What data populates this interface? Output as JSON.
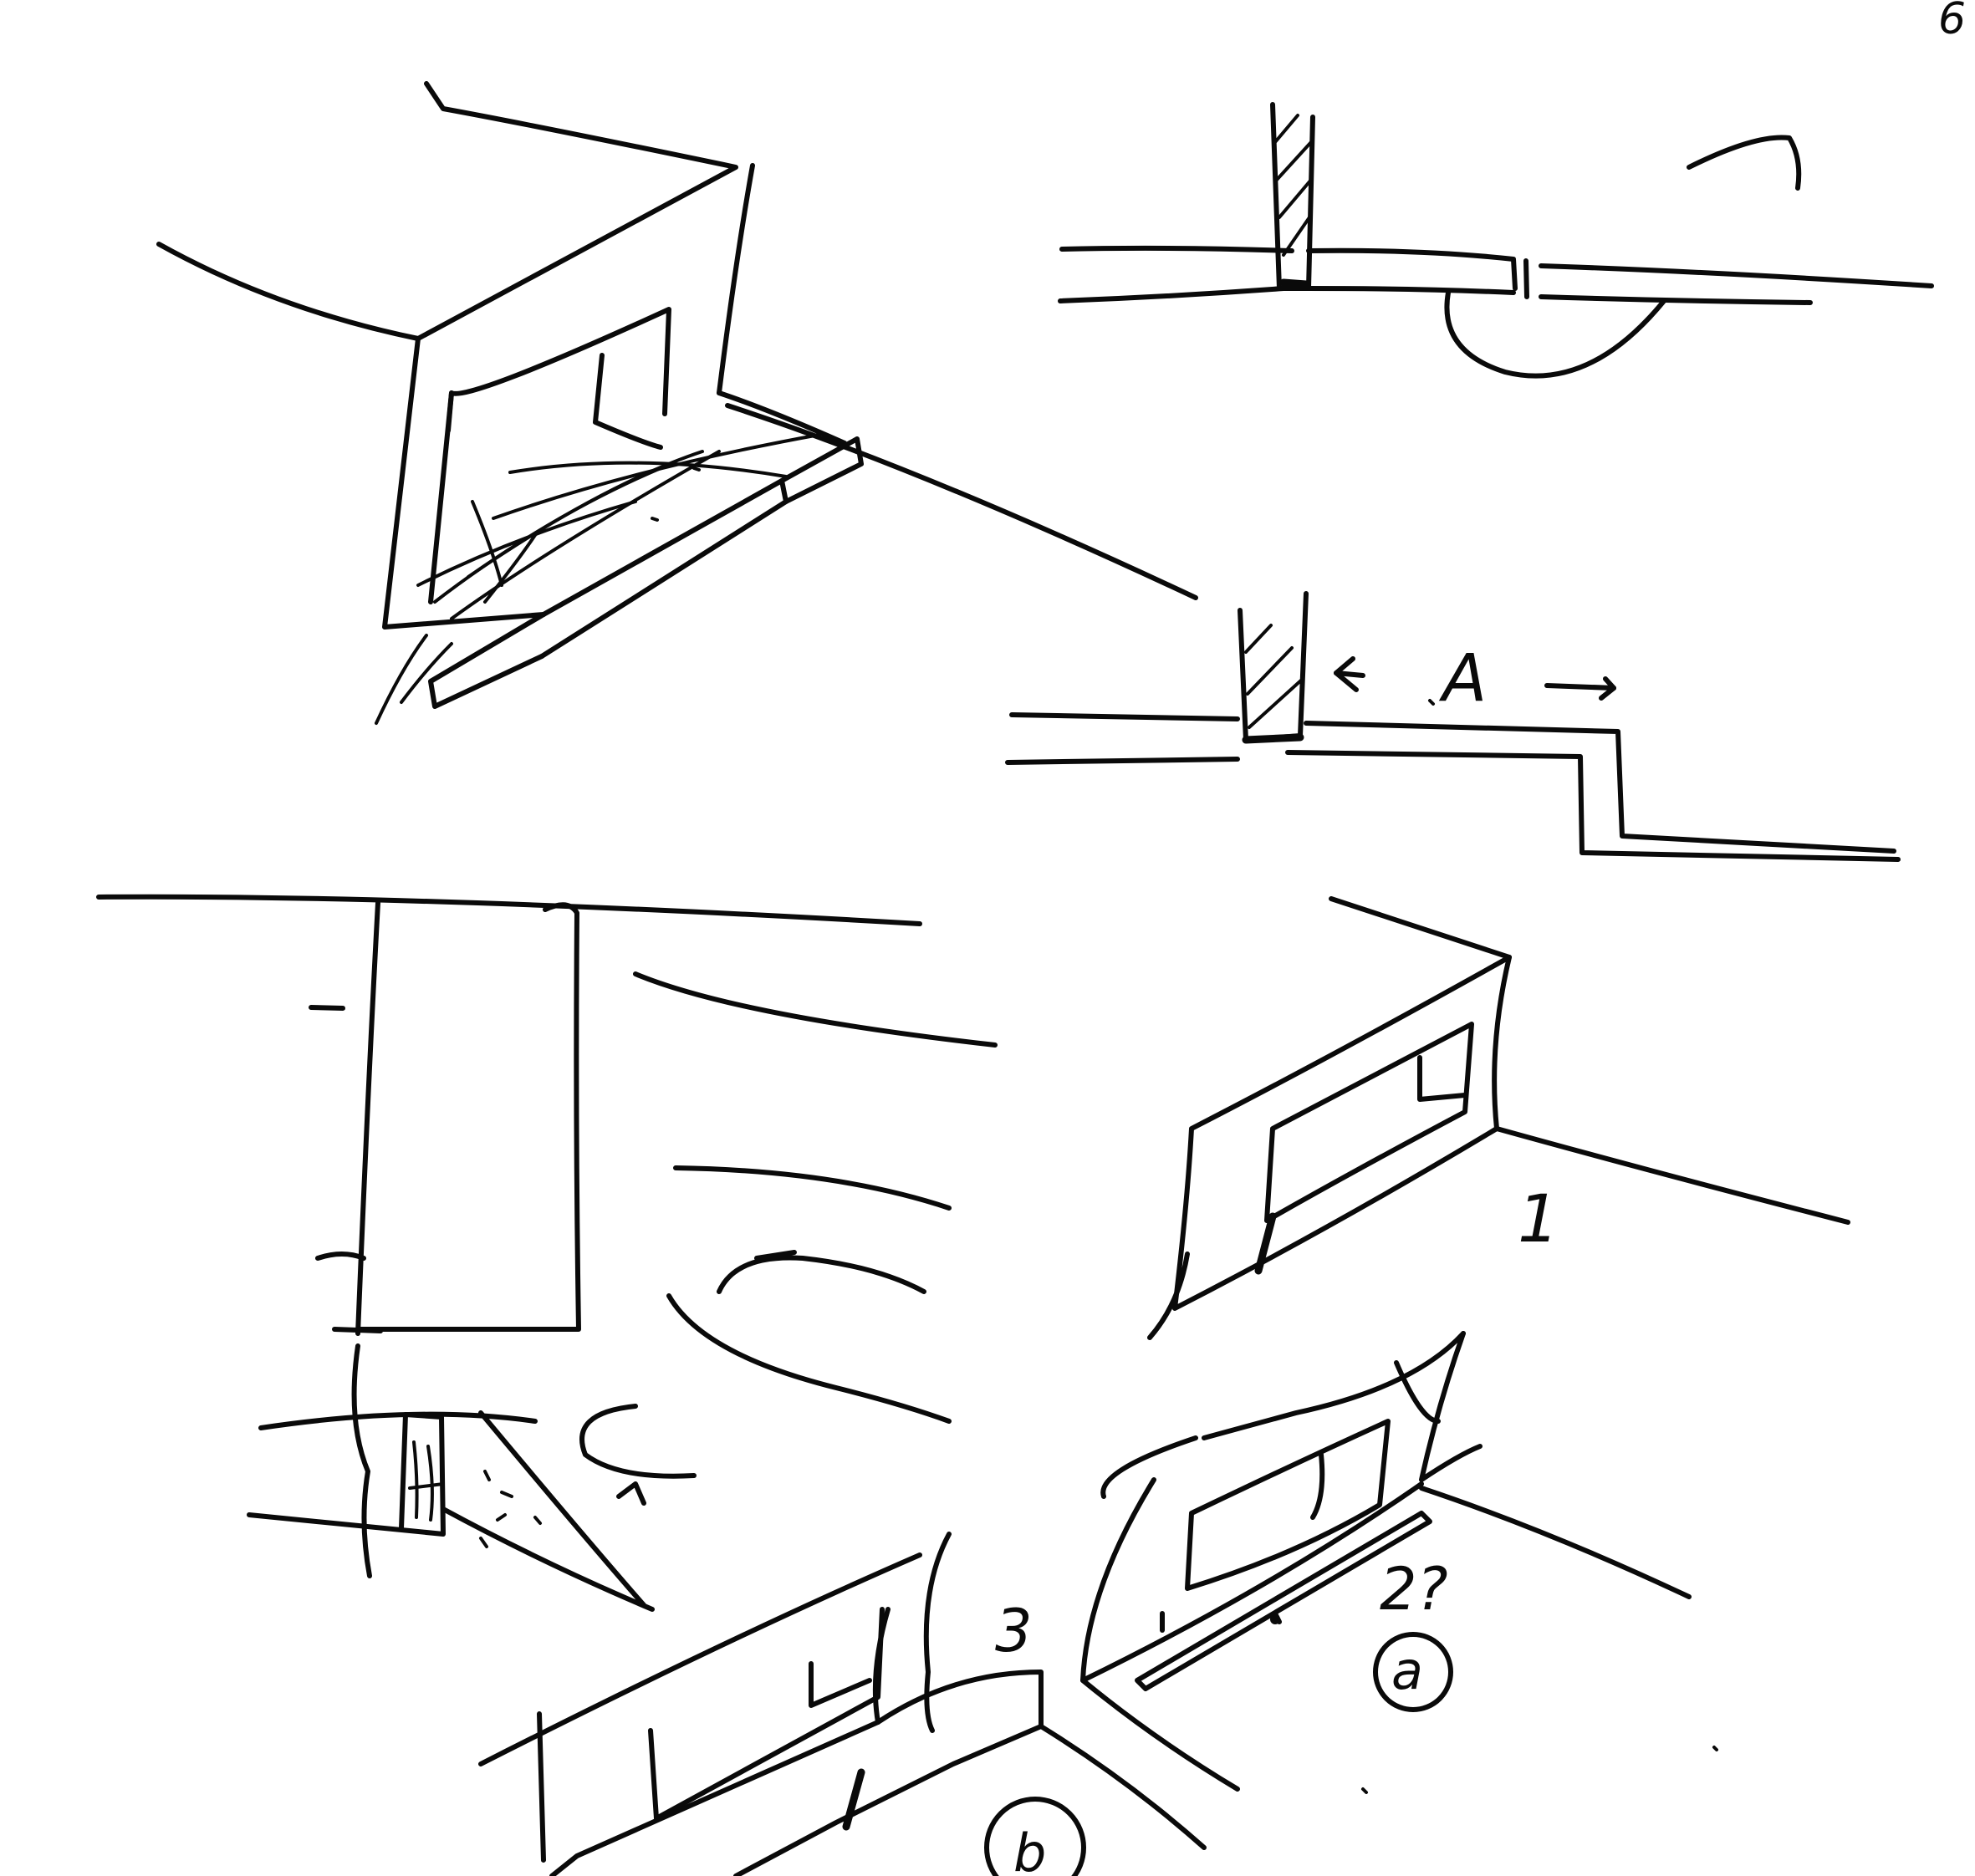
{
  "sheet": {
    "page_number": "6",
    "ink_color": "#0a0a0a",
    "paper_color": "#ffffff"
  },
  "annotations": {
    "dimension_label": "A",
    "option_1": "1",
    "option_2_query": "2?",
    "option_3": "3",
    "circled_a": "a",
    "circled_b": "b"
  }
}
